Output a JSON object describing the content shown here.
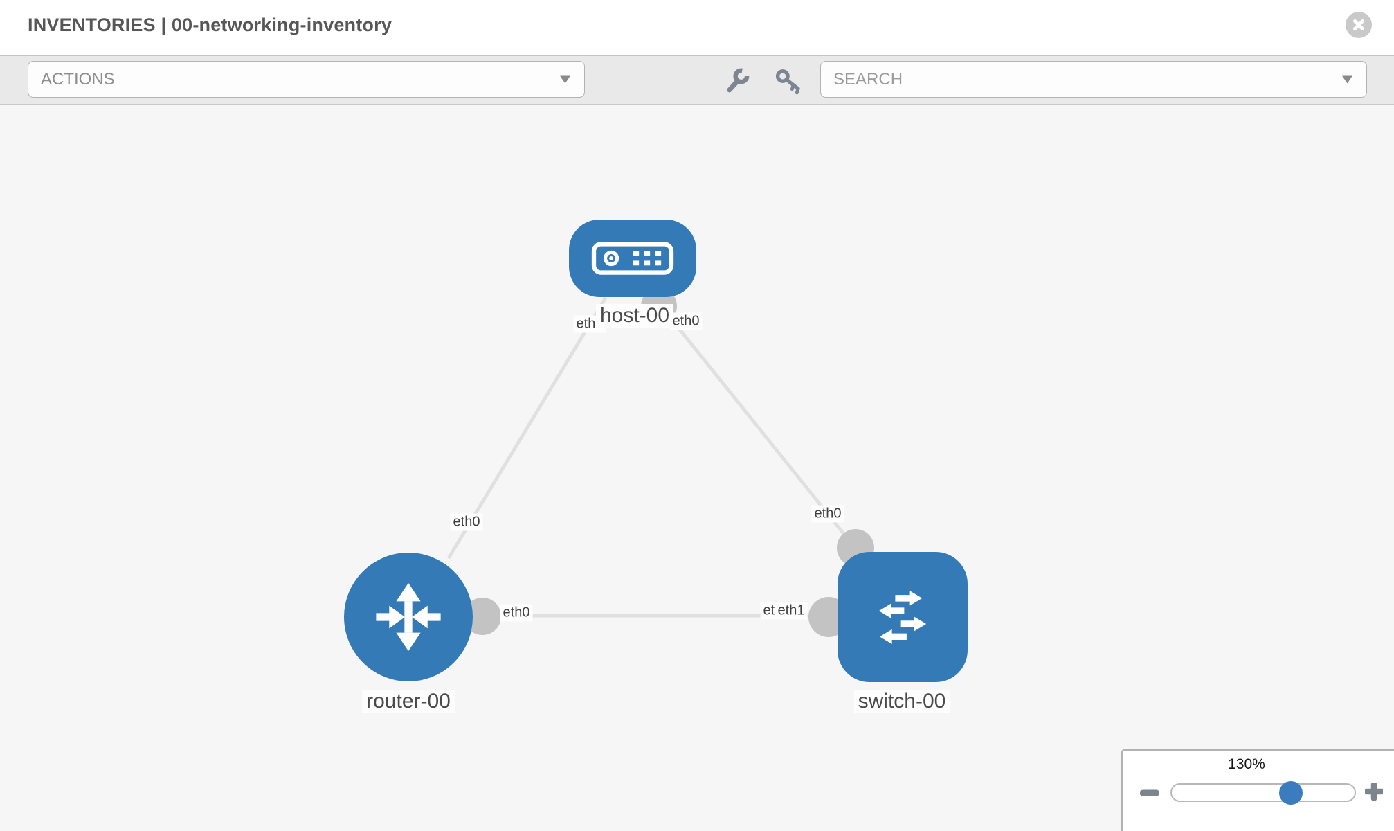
{
  "header": {
    "title": "INVENTORIES | 00-networking-inventory"
  },
  "toolbar": {
    "actions_label": "ACTIONS",
    "search_placeholder": "SEARCH"
  },
  "canvas": {
    "nodes": [
      {
        "name": "host-00",
        "type": "host"
      },
      {
        "name": "router-00",
        "type": "router"
      },
      {
        "name": "switch-00",
        "type": "switch"
      }
    ],
    "links": [
      {
        "source": "host-00",
        "source_interface": "eth0",
        "target": "router-00",
        "target_interface": "eth0"
      },
      {
        "source": "host-00",
        "source_interface": "eth0",
        "target": "switch-00",
        "target_interface": "eth0"
      },
      {
        "source": "router-00",
        "source_interface": "eth0",
        "target": "switch-00",
        "target_interface": "eth1"
      }
    ]
  },
  "zoom_control": {
    "value": "130%"
  },
  "colors": {
    "node_blue": "#337ab7",
    "slider_thumb_blue": "#3a7cbd",
    "link_gray": "#e0e0e0",
    "endpoint_gray": "#c3c3c3",
    "toolbar_gray": "#e9e9e9",
    "canvas_gray": "#f6f6f6"
  }
}
